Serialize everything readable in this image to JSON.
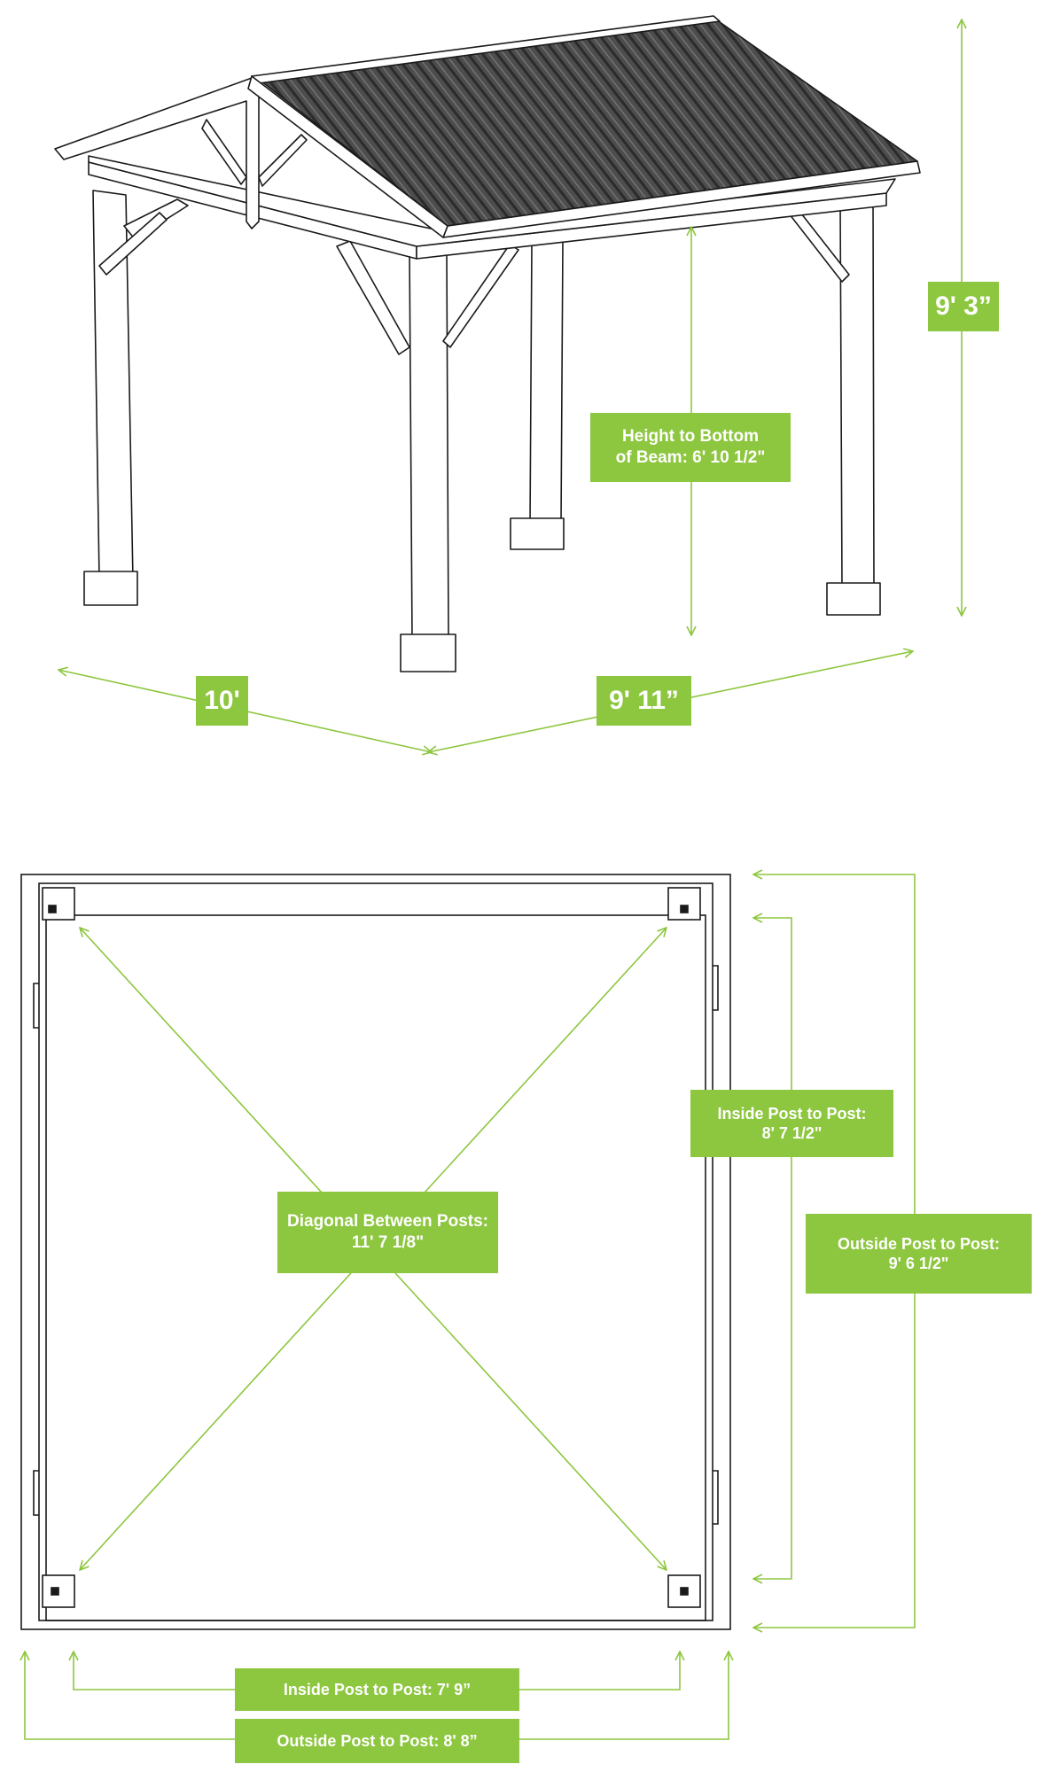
{
  "perspective_view": {
    "overall_height": "9' 3”",
    "beam_height": {
      "line1": "Height to Bottom",
      "line2": "of Beam: 6' 10 1/2\""
    },
    "width": "10'",
    "depth": "9' 11”"
  },
  "plan_view": {
    "diagonal": {
      "line1": "Diagonal Between Posts:",
      "line2": "11' 7 1/8\""
    },
    "inside_vertical": {
      "line1": "Inside Post to Post:",
      "line2": "8' 7 1/2\""
    },
    "outside_vertical": {
      "line1": "Outside Post to Post:",
      "line2": "9' 6 1/2\""
    },
    "inside_horizontal": "Inside Post to Post: 7' 9”",
    "outside_horizontal": "Outside Post to Post: 8' 8”"
  },
  "colors": {
    "accent": "#8dc63f",
    "line": "#1a1a1a",
    "roof": "#4a4a4a"
  }
}
